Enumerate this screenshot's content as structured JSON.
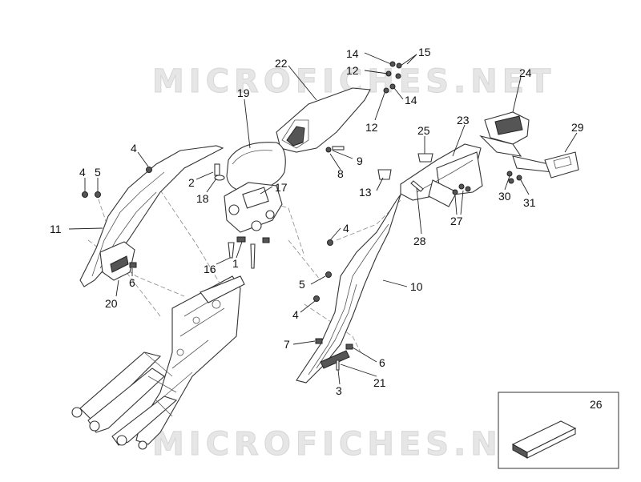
{
  "watermark": {
    "top": "MICROFICHES.NET",
    "bottom": "MICROFICHES.NET"
  },
  "callouts": [
    {
      "id": "c14a",
      "label": "14"
    },
    {
      "id": "c15",
      "label": "15"
    },
    {
      "id": "c22",
      "label": "22"
    },
    {
      "id": "c12a",
      "label": "12"
    },
    {
      "id": "c14b",
      "label": "14"
    },
    {
      "id": "c12b",
      "label": "12"
    },
    {
      "id": "c24",
      "label": "24"
    },
    {
      "id": "c19",
      "label": "19"
    },
    {
      "id": "c25",
      "label": "25"
    },
    {
      "id": "c23",
      "label": "23"
    },
    {
      "id": "c29",
      "label": "29"
    },
    {
      "id": "c4a",
      "label": "4"
    },
    {
      "id": "c9",
      "label": "9"
    },
    {
      "id": "c8",
      "label": "8"
    },
    {
      "id": "c2",
      "label": "2"
    },
    {
      "id": "c4b",
      "label": "4"
    },
    {
      "id": "c5a",
      "label": "5"
    },
    {
      "id": "c18",
      "label": "18"
    },
    {
      "id": "c17",
      "label": "17"
    },
    {
      "id": "c13",
      "label": "13"
    },
    {
      "id": "c27",
      "label": "27"
    },
    {
      "id": "c30",
      "label": "30"
    },
    {
      "id": "c31",
      "label": "31"
    },
    {
      "id": "c11",
      "label": "11"
    },
    {
      "id": "c4c",
      "label": "4"
    },
    {
      "id": "c28",
      "label": "28"
    },
    {
      "id": "c16",
      "label": "16"
    },
    {
      "id": "c1",
      "label": "1"
    },
    {
      "id": "c6a",
      "label": "6"
    },
    {
      "id": "c5b",
      "label": "5"
    },
    {
      "id": "c10",
      "label": "10"
    },
    {
      "id": "c20",
      "label": "20"
    },
    {
      "id": "c4d",
      "label": "4"
    },
    {
      "id": "c7",
      "label": "7"
    },
    {
      "id": "c6b",
      "label": "6"
    },
    {
      "id": "c21",
      "label": "21"
    },
    {
      "id": "c3",
      "label": "3"
    },
    {
      "id": "c26",
      "label": "26"
    }
  ]
}
